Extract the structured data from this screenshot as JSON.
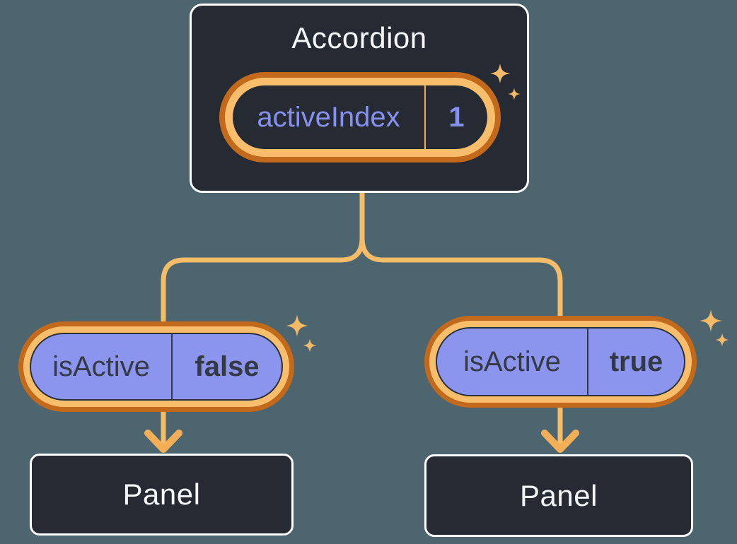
{
  "root_component": {
    "title": "Accordion",
    "state": {
      "name": "activeIndex",
      "value": "1"
    }
  },
  "children": [
    {
      "prop": {
        "name": "isActive",
        "value": "false"
      },
      "panel": {
        "label": "Panel"
      }
    },
    {
      "prop": {
        "name": "isActive",
        "value": "true"
      },
      "panel": {
        "label": "Panel"
      }
    }
  ],
  "icons": {
    "sparkle": "four-point-star"
  },
  "colors": {
    "background": "#4D656E",
    "dark_surface": "#262B33",
    "box_border": "#FFFFFF",
    "text_light": "#F6F7F9",
    "text_dark": "#333A45",
    "state_purple_text": "#8690F0",
    "prop_pill_purple": "#8C95EE",
    "ring_outer_orange": "#C2691B",
    "ring_inner_orange": "#F8BE6B",
    "connector_orange": "#F7BC68",
    "sparkle_orange": "#F4BA67"
  }
}
